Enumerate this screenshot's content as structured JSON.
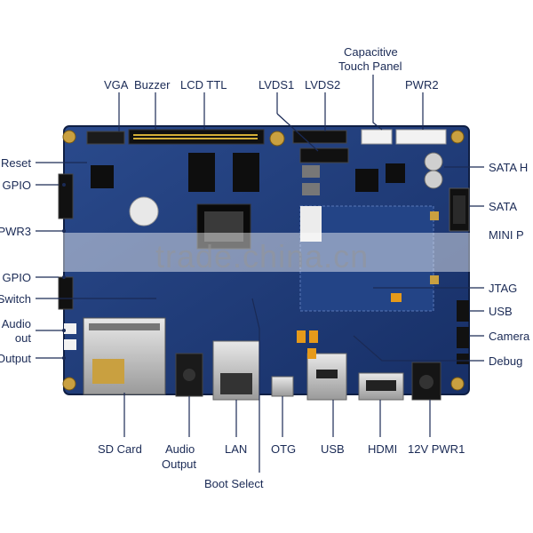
{
  "watermark": "trade.china.cn",
  "labels": {
    "vga": "VGA",
    "buzzer": "Buzzer",
    "lcd_ttl": "LCD TTL",
    "lvds1": "LVDS1",
    "lvds2": "LVDS2",
    "cap_touch_1": "Capacitive",
    "cap_touch_2": "Touch Panel",
    "pwr2": "PWR2",
    "sata_h": "SATA H",
    "sata": "SATA",
    "mini_p": "MINI P",
    "reset": "Reset",
    "gpio1": "GPIO",
    "pwr3": "PWR3",
    "gpio2": "GPIO",
    "switch": "Switch",
    "audio_1": "Audio",
    "audio_2": "out",
    "output": "Output",
    "jtag": "JTAG",
    "usb_right": "USB",
    "camera": "Camera",
    "debug": "Debug",
    "sd_card": "SD Card",
    "audio_out_1": "Audio",
    "audio_out_2": "Output",
    "lan": "LAN",
    "otg": "OTG",
    "usb_bottom": "USB",
    "hdmi": "HDMI",
    "pwr1": "12V PWR1",
    "boot_select": "Boot Select"
  },
  "colors": {
    "pcb": "#1f3c78",
    "pcb_dark": "#15295a",
    "label": "#1a2a55",
    "leader": "#1a2a55"
  }
}
